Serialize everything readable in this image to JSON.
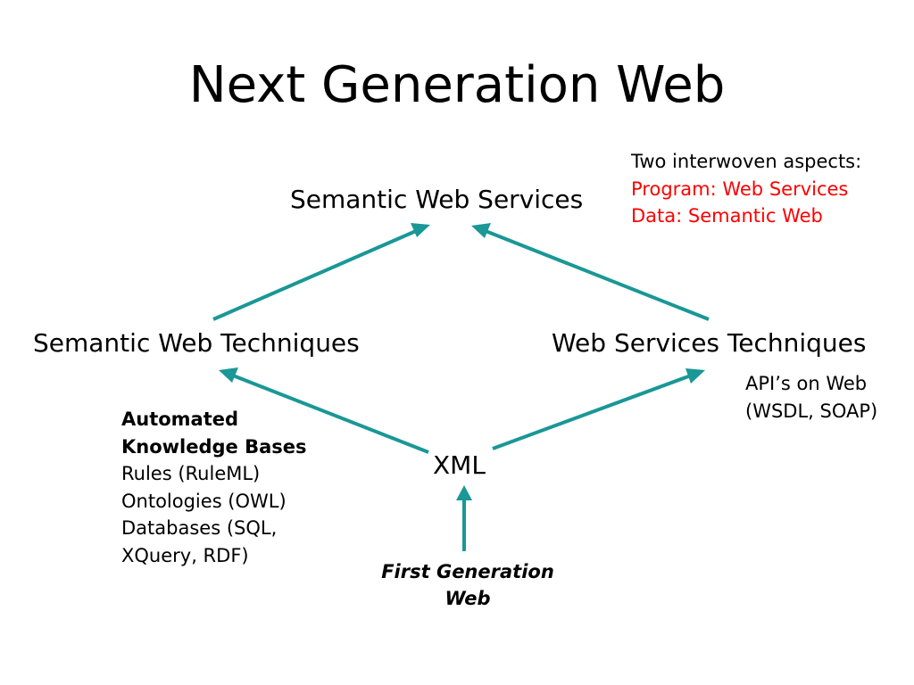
{
  "slide": {
    "title": "Next Generation Web"
  },
  "colors": {
    "arrow": "#1a9797",
    "highlight": "#ff0000",
    "text": "#000000"
  },
  "diagram": {
    "nodes": {
      "semantic_web_services": "Semantic Web Services",
      "semantic_web_techniques": "Semantic Web Techniques",
      "web_services_techniques": "Web Services Techniques",
      "xml": "XML",
      "first_generation_web": [
        "First Generation",
        "Web"
      ]
    },
    "edges": [
      {
        "from": "semantic_web_techniques",
        "to": "semantic_web_services"
      },
      {
        "from": "web_services_techniques",
        "to": "semantic_web_services"
      },
      {
        "from": "xml",
        "to": "semantic_web_techniques"
      },
      {
        "from": "xml",
        "to": "web_services_techniques"
      },
      {
        "from": "first_generation_web",
        "to": "xml"
      }
    ],
    "aspects_note": {
      "heading": "Two interwoven aspects:",
      "program": "Program: Web Services",
      "data": "Data: Semantic Web"
    },
    "api_note": [
      "API’s on Web",
      "(WSDL, SOAP)"
    ],
    "kb_note": {
      "bold_lines": [
        "Automated",
        "Knowledge Bases"
      ],
      "lines": [
        "Rules (RuleML)",
        "Ontologies (OWL)",
        "Databases (SQL,",
        "XQuery, RDF)"
      ]
    }
  }
}
